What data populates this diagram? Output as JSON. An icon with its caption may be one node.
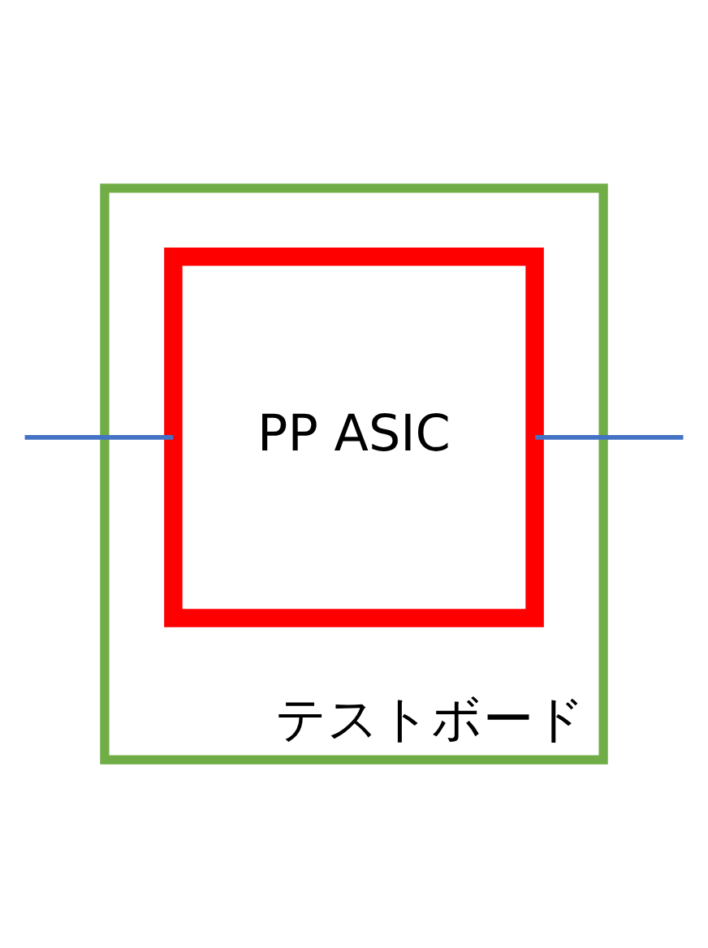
{
  "diagram": {
    "nodes": [
      {
        "text": [
          "テストボード"
        ]
      },
      {
        "text": [
          "PP ASIC"
        ],
        "in": 0
      }
    ],
    "edges": [
      {
        "from": null,
        "to": 1,
        "arrow": "none"
      },
      {
        "from": 1,
        "to": null,
        "arrow": "none"
      }
    ]
  }
}
